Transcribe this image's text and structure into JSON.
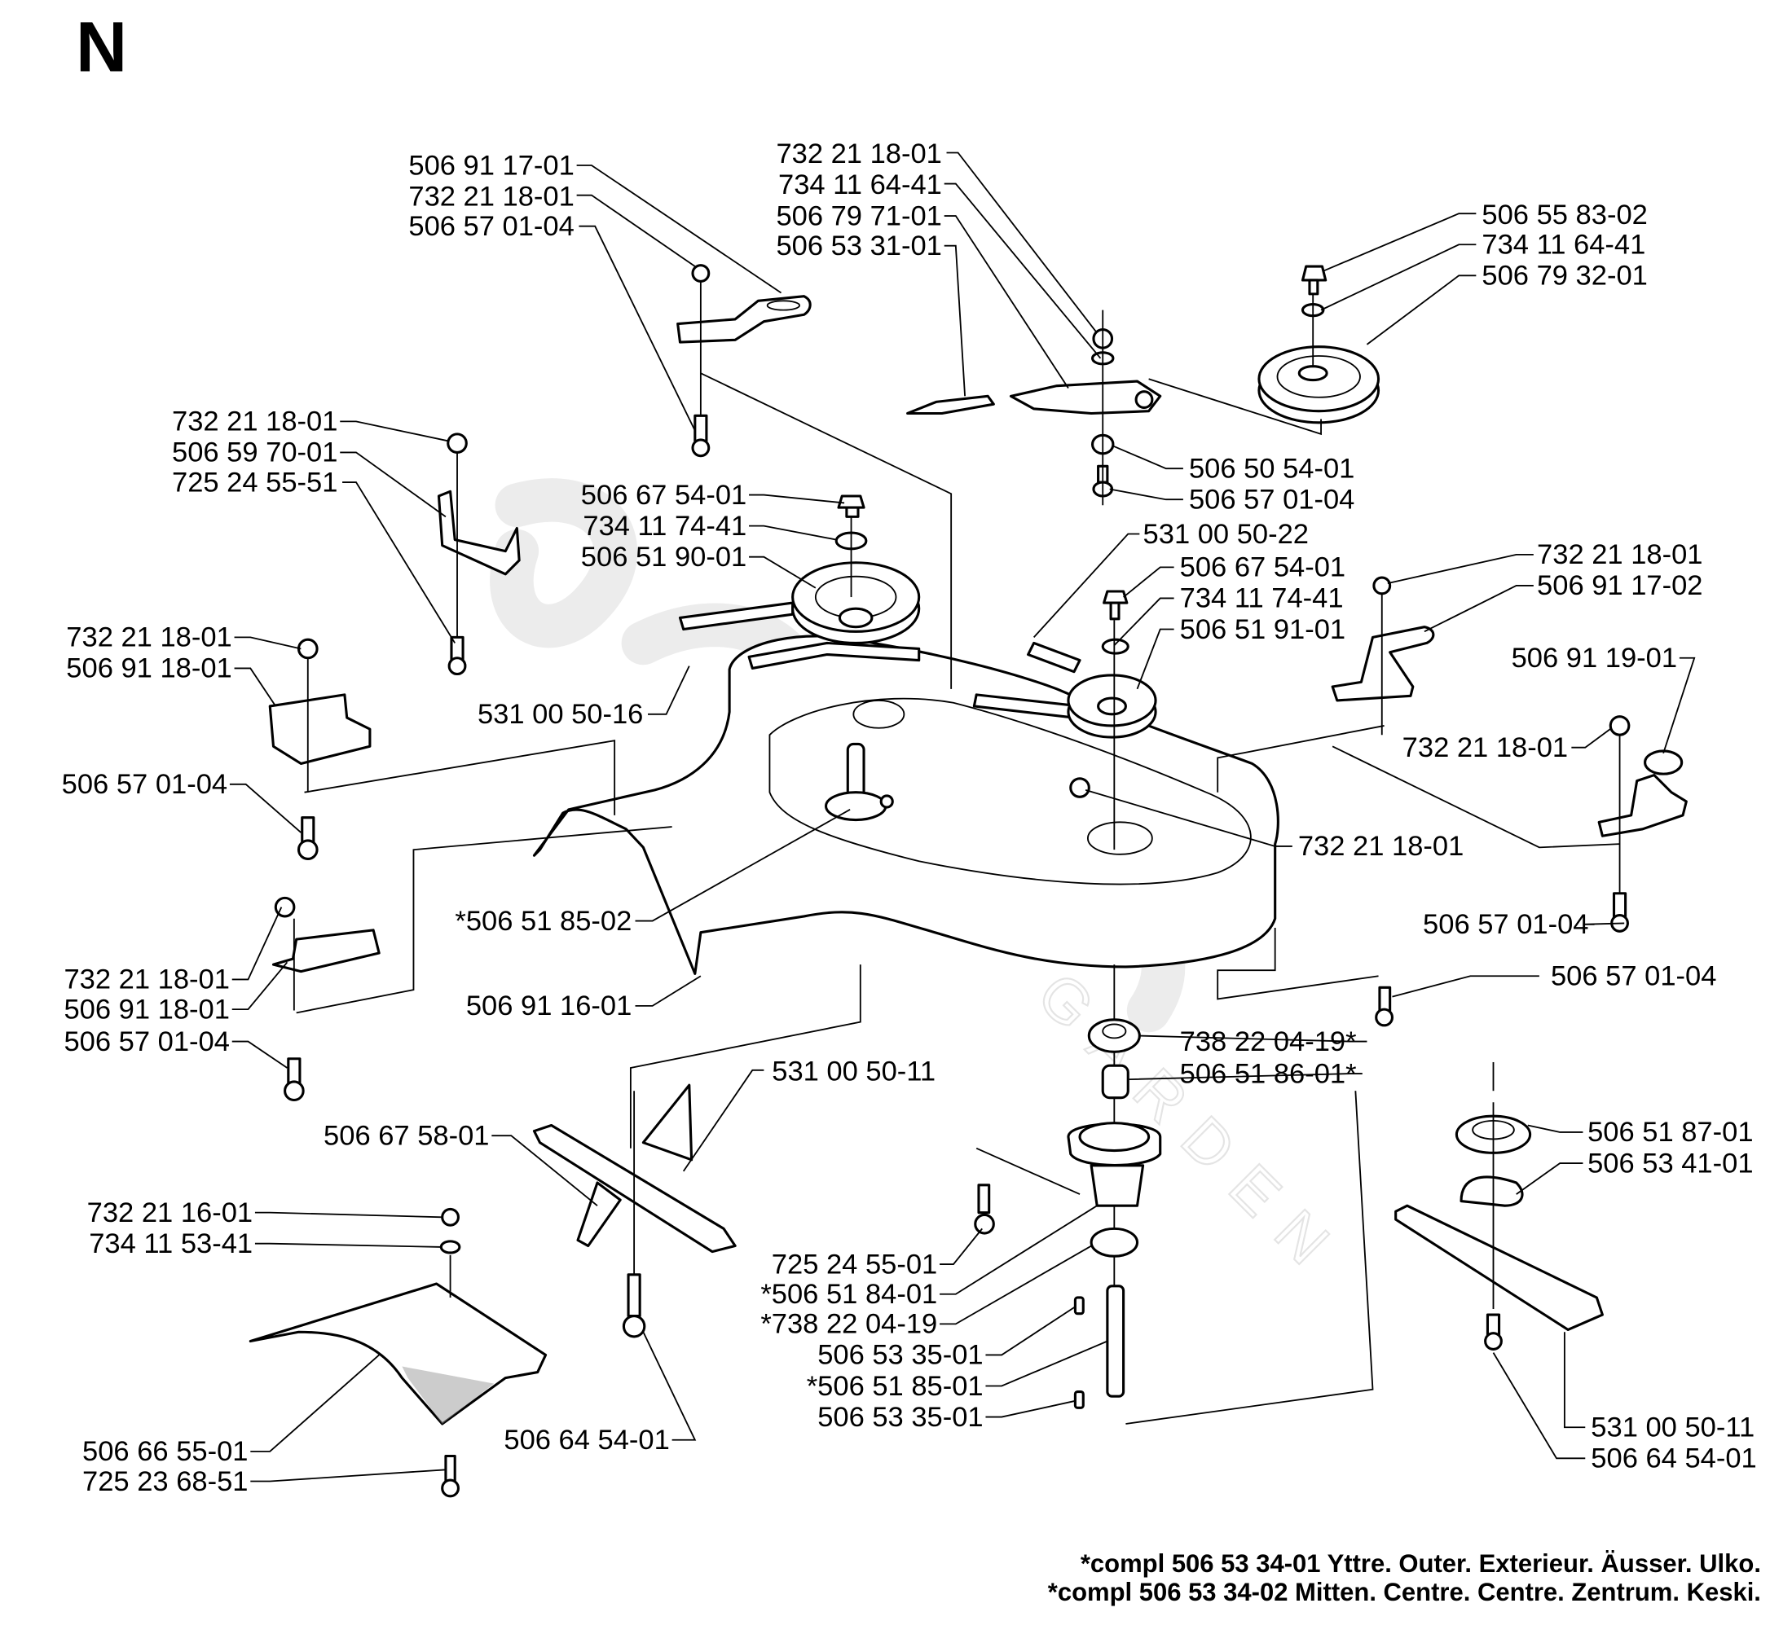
{
  "diagram": {
    "section_letter": "N",
    "labels": {
      "tl_1": "506 91 17-01",
      "tl_2": "732 21 18-01",
      "tl_3": "506 57 01-04",
      "tc_1": "732 21 18-01",
      "tc_2": "734 11 64-41",
      "tc_3": "506 79 71-01",
      "tc_4": "506 53 31-01",
      "tr_1": "506 55 83-02",
      "tr_2": "734 11 64-41",
      "tr_3": "506 79 32-01",
      "ml_1": "732 21 18-01",
      "ml_2": "506 59 70-01",
      "ml_3": "725 24 55-51",
      "pl_1": "506 67 54-01",
      "pl_2": "734 11 74-41",
      "pl_3": "506 51 90-01",
      "cr_1": "506 50 54-01",
      "cr_2": "506 57 01-04",
      "cr_3": "531 00 50-22",
      "pr_1": "506 67 54-01",
      "pr_2": "734 11 74-41",
      "pr_3": "506 51 91-01",
      "rb_1": "732 21 18-01",
      "rb_2": "506 91 17-02",
      "rb_3": "506 91 19-01",
      "rb_4": "732 21 18-01",
      "lb_1": "732 21 18-01",
      "lb_2": "506 91 18-01",
      "lb_3": "506 57 01-04",
      "deck_1": "531 00 50-16",
      "deck_2": "732 21 18-01",
      "deck_3": "*506 51 85-02",
      "deck_4": "506 91 16-01",
      "rs_1": "506 57 01-04",
      "rs_2": "506 57 01-04",
      "lb2_1": "732 21 18-01",
      "lb2_2": "506 91 18-01",
      "lb2_3": "506 57 01-04",
      "sp_1": "738 22 04-19*",
      "sp_2": "506 51 86-01*",
      "bl_1": "531 00 50-11",
      "bl_2": "506 67 58-01",
      "gd_1": "732 21 16-01",
      "gd_2": "734 11 53-41",
      "gd_3": "506 66 55-01",
      "gd_4": "725 23 68-51",
      "bl_3": "506 64 54-01",
      "hs_1": "725 24 55-01",
      "hs_2": "*506 51 84-01",
      "hs_3": "*738 22 04-19",
      "hs_4": "506 53 35-01",
      "hs_5": "*506 51 85-01",
      "hs_6": "506 53 35-01",
      "rr_1": "506 51 87-01",
      "rr_2": "506 53 41-01",
      "rr_3": "531 00 50-11",
      "rr_4": "506 64 54-01"
    },
    "footnotes": [
      "*compl 506 53 34-01 Yttre. Outer. Exterieur. Äusser. Ulko.",
      "*compl 506 53 34-02 Mitten. Centre. Centre. Zentrum. Keski."
    ],
    "watermark": "GARDEN"
  }
}
